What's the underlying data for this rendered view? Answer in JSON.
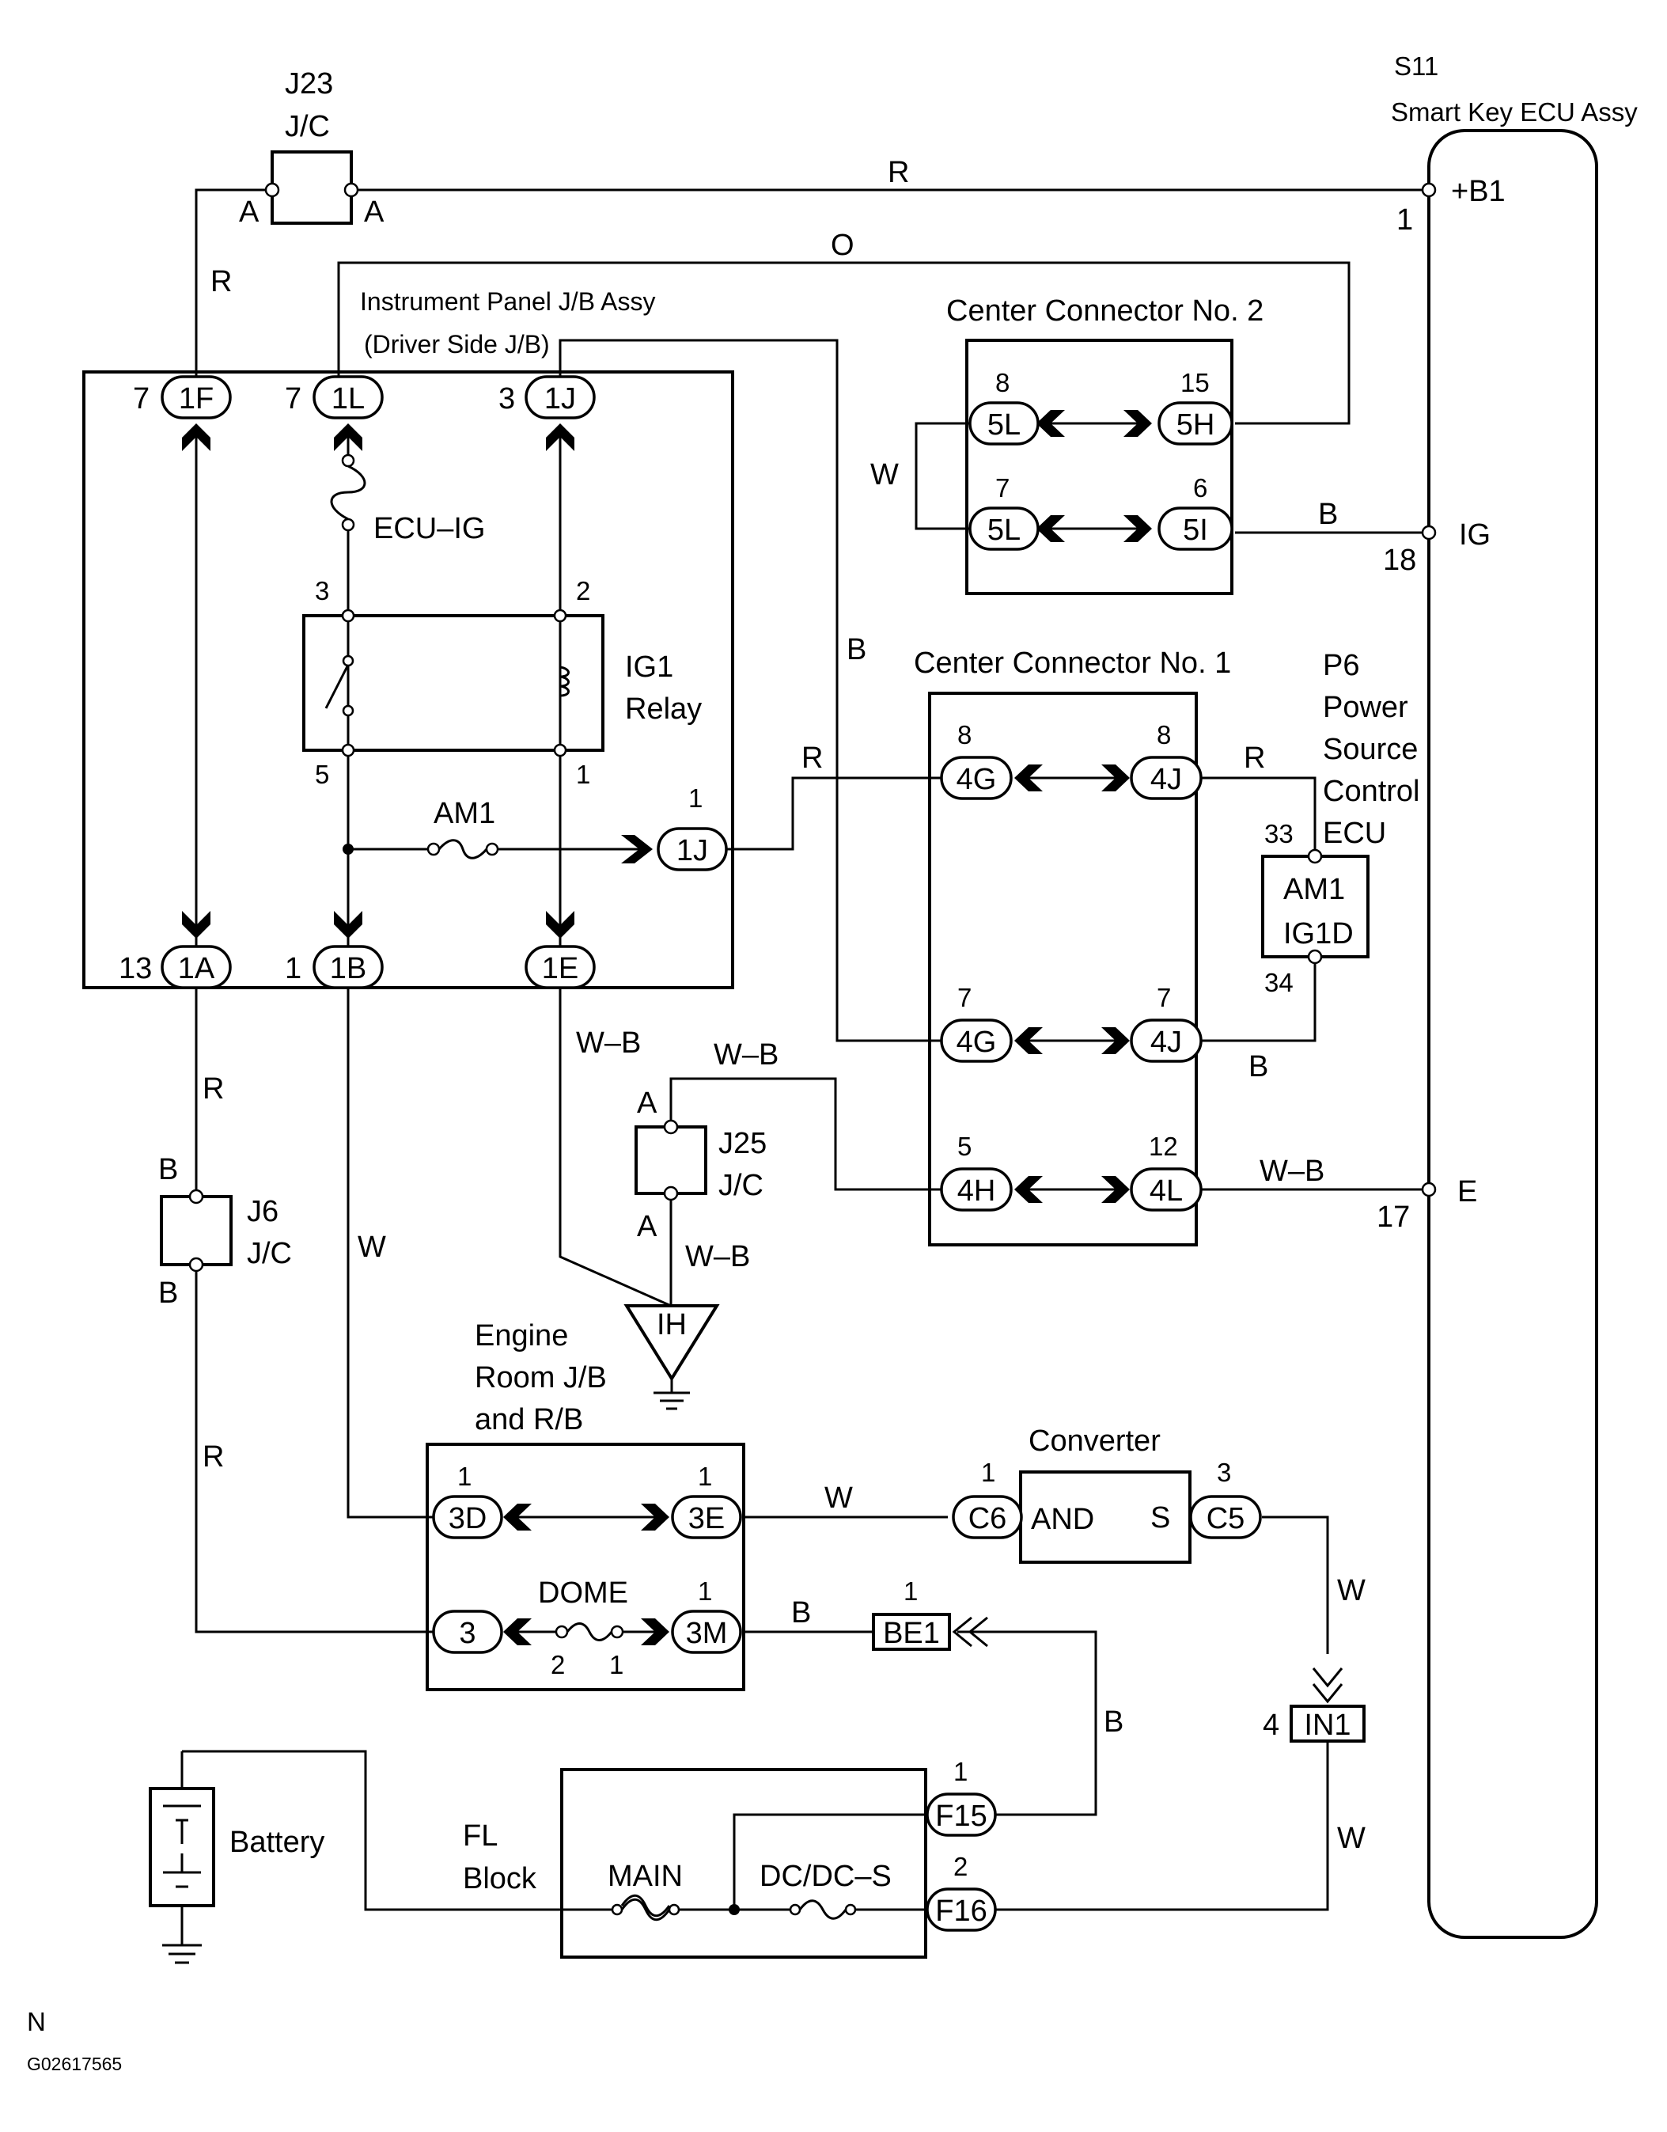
{
  "labels": {
    "j23": "J23",
    "j23_type": "J/C",
    "pin_a": "A",
    "s11": "S11",
    "smart_key_ecu": "Smart Key ECU Assy",
    "plus_b1": "+B1",
    "pin_1": "1",
    "ig": "IG",
    "pin_18": "18",
    "e": "E",
    "pin_17": "17",
    "ip_jb": "Instrument Panel J/B Assy",
    "driver_side_jb": "(Driver Side J/B)",
    "center_conn_2": "Center Connector No. 2",
    "center_conn_1": "Center Connector No. 1",
    "ecu_ig": "ECU–IG",
    "ig1": "IG1",
    "relay": "Relay",
    "am1": "AM1",
    "p6": "P6",
    "power": "Power",
    "source": "Source",
    "control": "Control",
    "ecu": "ECU",
    "ig1d": "IG1D",
    "j25": "J25",
    "j6": "J6",
    "jc": "J/C",
    "pin_b": "B",
    "ih": "IH",
    "engine": "Engine",
    "room_jb": "Room J/B",
    "and_rb": "and R/B",
    "converter": "Converter",
    "and_label": "AND",
    "s_label": "S",
    "dome": "DOME",
    "battery": "Battery",
    "fl": "FL",
    "block": "Block",
    "main": "MAIN",
    "dcdc_s": "DC/DC–S",
    "footer_n": "N",
    "figure_id": "G02617565"
  },
  "wire_colors": {
    "r": "R",
    "o": "O",
    "w": "W",
    "b": "B",
    "wb": "W–B"
  },
  "connectors": {
    "c1F": "1F",
    "c1L": "1L",
    "c1J": "1J",
    "c1J2": "1J",
    "c1A": "1A",
    "c1B": "1B",
    "c1E": "1E",
    "c5L": "5L",
    "c5H": "5H",
    "c5L2": "5L",
    "c5I": "5I",
    "c4G": "4G",
    "c4J": "4J",
    "c4G2": "4G",
    "c4J2": "4J",
    "c4H": "4H",
    "c4L": "4L",
    "c3D": "3D",
    "c3E": "3E",
    "c3": "3",
    "c3M": "3M",
    "cC6": "C6",
    "cC5": "C5",
    "cBE1": "BE1",
    "cIN1": "IN1",
    "cF15": "F15",
    "cF16": "F16"
  },
  "pins": {
    "p7": "7",
    "p3": "3",
    "p2": "2",
    "p5": "5",
    "p1": "1",
    "p13": "13",
    "p8": "8",
    "p15": "15",
    "p6": "6",
    "p12": "12",
    "p33": "33",
    "p34": "34",
    "p4": "4"
  }
}
